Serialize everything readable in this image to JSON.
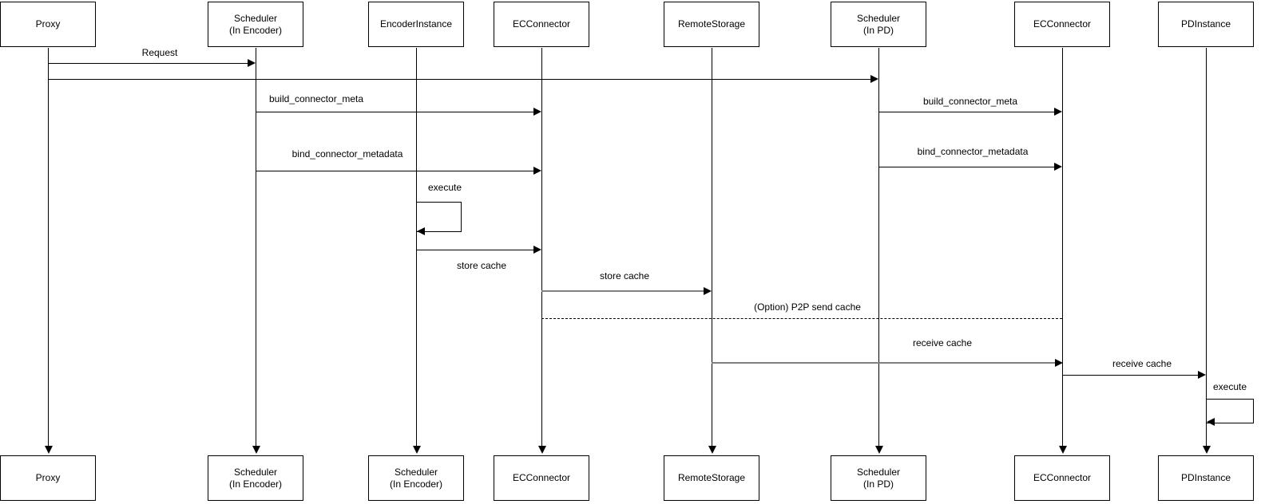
{
  "diagram_type": "sequence-diagram",
  "colors": {
    "background": "#ffffff",
    "stroke": "#000000",
    "gray_arrow": "#808080"
  },
  "actors": [
    {
      "id": "proxy",
      "top": "Proxy",
      "bottom": "Proxy"
    },
    {
      "id": "scheduler-in-encoder",
      "top": "Scheduler\n(In Encoder)",
      "bottom": "Scheduler\n(In Encoder)"
    },
    {
      "id": "encoder-instance",
      "top": "EncoderInstance",
      "bottom": "Scheduler\n(In Encoder)"
    },
    {
      "id": "ec-connector",
      "top": "ECConnector",
      "bottom": "ECConnector"
    },
    {
      "id": "remote-storage",
      "top": "RemoteStorage",
      "bottom": "RemoteStorage"
    },
    {
      "id": "scheduler-in-pd",
      "top": "Scheduler\n(In PD)",
      "bottom": "Scheduler\n(In PD)"
    },
    {
      "id": "ec-connector-2",
      "top": "ECConnector",
      "bottom": "ECConnector"
    },
    {
      "id": "pd-instance",
      "top": "PDInstance",
      "bottom": "PDInstance"
    }
  ],
  "labels": {
    "request": "Request",
    "build_meta_left": "build_connector_meta",
    "build_meta_right": "build_connector_meta",
    "bind_metadata_left": "bind_connector_metadata",
    "bind_metadata_right": "bind_connector_metadata",
    "execute_left": "execute",
    "store_cache_1": "store cache",
    "store_cache_2": "store cache",
    "p2p_option": "(Option) P2P send cache",
    "receive_cache_1": "receive cache",
    "receive_cache_2": "receive cache",
    "execute_right": "execute"
  },
  "messages": [
    {
      "label": "Request",
      "from": "Proxy",
      "to": "Scheduler (In Encoder)",
      "style": "solid-arrow"
    },
    {
      "label": "",
      "from": "Proxy",
      "to": "Scheduler (In PD)",
      "style": "solid-arrow"
    },
    {
      "label": "build_connector_meta",
      "from": "Scheduler (In Encoder)",
      "to": "ECConnector",
      "style": "solid-arrow"
    },
    {
      "label": "build_connector_meta",
      "from": "Scheduler (In PD)",
      "to": "ECConnector",
      "style": "solid-arrow"
    },
    {
      "label": "bind_connector_metadata",
      "from": "Scheduler (In Encoder)",
      "to": "ECConnector",
      "style": "solid-arrow"
    },
    {
      "label": "bind_connector_metadata",
      "from": "Scheduler (In PD)",
      "to": "ECConnector",
      "style": "solid-arrow"
    },
    {
      "label": "execute",
      "from": "EncoderInstance",
      "to": "EncoderInstance",
      "style": "self-loop"
    },
    {
      "label": "store cache",
      "from": "EncoderInstance",
      "to": "ECConnector",
      "style": "solid-arrow"
    },
    {
      "label": "store cache",
      "from": "ECConnector",
      "to": "RemoteStorage",
      "style": "solid-arrow-gray"
    },
    {
      "label": "(Option) P2P send cache",
      "from": "ECConnector",
      "to": "ECConnector (2)",
      "style": "dashed-no-head"
    },
    {
      "label": "receive cache",
      "from": "RemoteStorage",
      "to": "ECConnector (2)",
      "style": "solid-arrow-gray"
    },
    {
      "label": "receive cache",
      "from": "ECConnector (2)",
      "to": "PDInstance",
      "style": "solid-arrow"
    },
    {
      "label": "execute",
      "from": "PDInstance",
      "to": "PDInstance",
      "style": "self-loop"
    }
  ]
}
